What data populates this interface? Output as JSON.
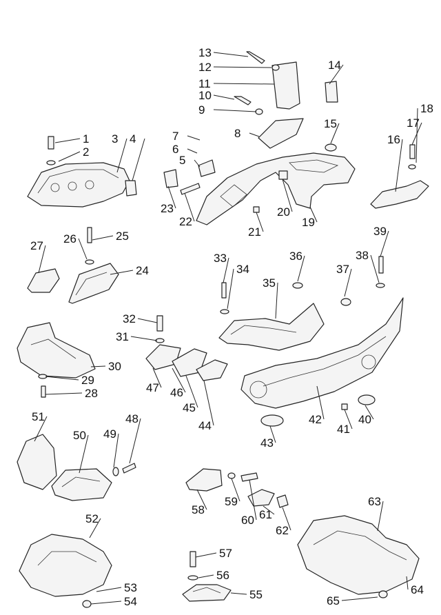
{
  "diagram": {
    "callouts": [
      "1",
      "2",
      "3",
      "4",
      "5",
      "6",
      "7",
      "8",
      "9",
      "10",
      "11",
      "12",
      "13",
      "14",
      "15",
      "16",
      "17",
      "18",
      "19",
      "20",
      "21",
      "22",
      "23",
      "24",
      "25",
      "26",
      "27",
      "28",
      "29",
      "30",
      "31",
      "32",
      "33",
      "34",
      "35",
      "36",
      "37",
      "38",
      "39",
      "40",
      "41",
      "42",
      "43",
      "44",
      "45",
      "46",
      "47",
      "48",
      "49",
      "50",
      "51",
      "52",
      "53",
      "54",
      "55",
      "56",
      "57",
      "58",
      "59",
      "60",
      "61",
      "62",
      "63",
      "64",
      "65"
    ]
  }
}
